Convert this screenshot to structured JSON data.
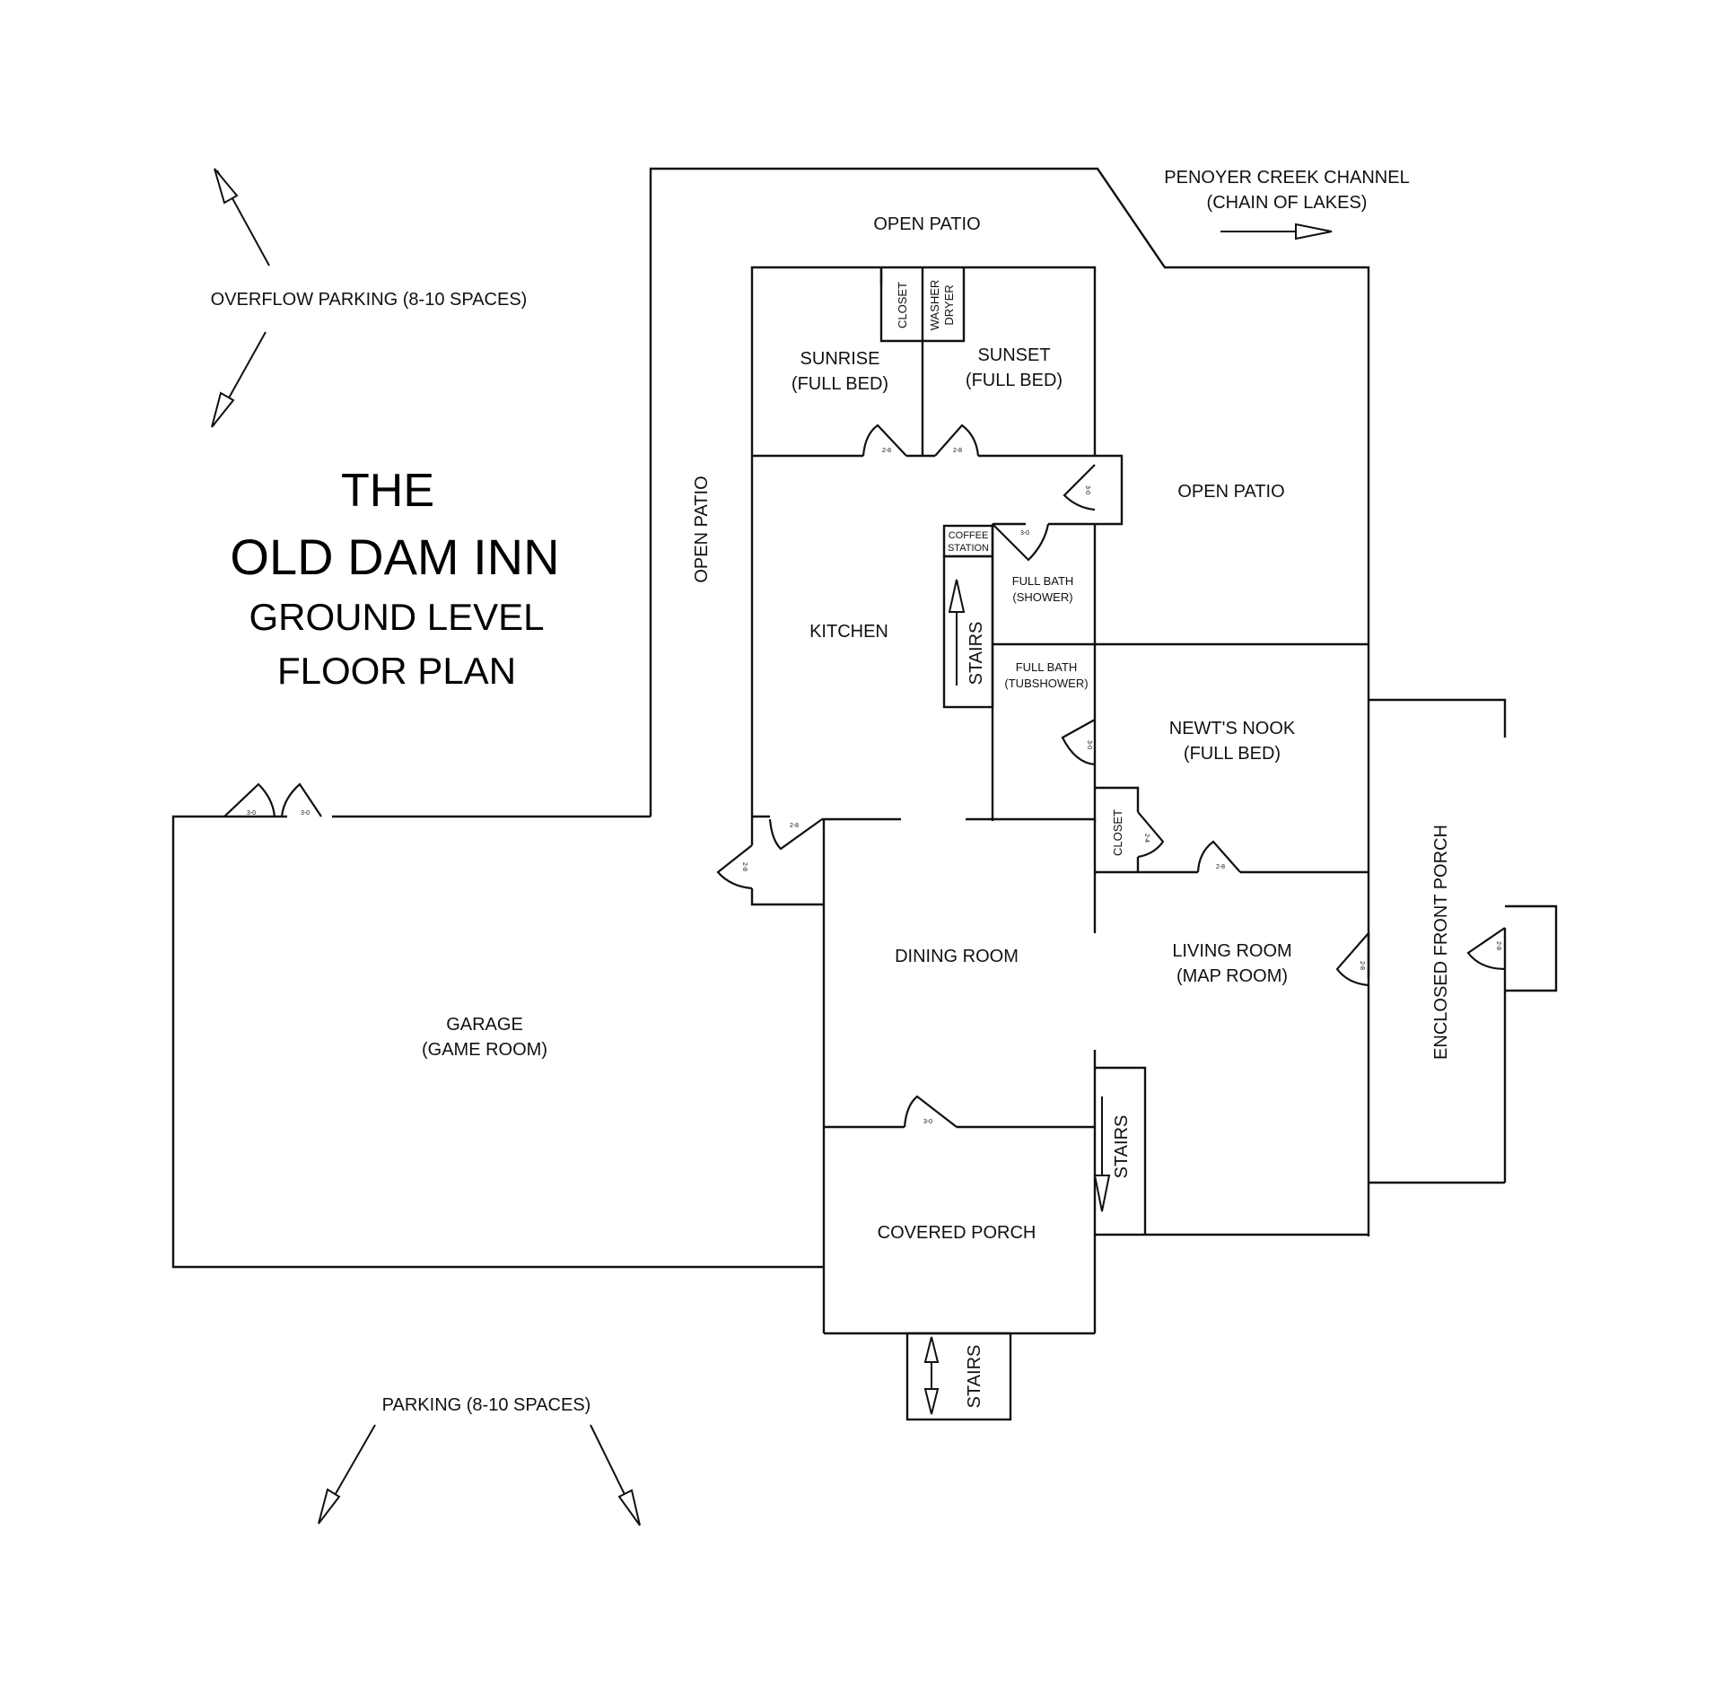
{
  "title": {
    "line1": "THE",
    "line2": "OLD DAM INN",
    "line3": "GROUND LEVEL",
    "line4": "FLOOR PLAN"
  },
  "annotations": {
    "overflow_parking": "OVERFLOW PARKING (8-10 SPACES)",
    "parking": "PARKING (8-10 SPACES)",
    "creek_line1": "PENOYER CREEK CHANNEL",
    "creek_line2": "(CHAIN OF LAKES)"
  },
  "rooms": {
    "open_patio_top": "OPEN PATIO",
    "open_patio_left": "OPEN PATIO",
    "open_patio_right": "OPEN PATIO",
    "closet_top": "CLOSET",
    "washer": "WASHER",
    "dryer": "DRYER",
    "sunrise_name": "SUNRISE",
    "sunrise_bed": "(FULL BED)",
    "sunset_name": "SUNSET",
    "sunset_bed": "(FULL BED)",
    "coffee_line1": "COFFEE",
    "coffee_line2": "STATION",
    "kitchen": "KITCHEN",
    "stairs_kitchen": "STAIRS",
    "bath1_line1": "FULL BATH",
    "bath1_line2": "(SHOWER)",
    "bath2_line1": "FULL BATH",
    "bath2_line2": "(TUBSHOWER)",
    "newts_name": "NEWT'S NOOK",
    "newts_bed": "(FULL BED)",
    "closet_nook": "CLOSET",
    "dining": "DINING ROOM",
    "living_name": "LIVING ROOM",
    "living_sub": "(MAP ROOM)",
    "enclosed_porch": "ENCLOSED FRONT PORCH",
    "garage_name": "GARAGE",
    "garage_sub": "(GAME ROOM)",
    "stairs_living": "STAIRS",
    "covered_porch": "COVERED PORCH",
    "stairs_porch": "STAIRS"
  },
  "doors": {
    "garage_left": "3-0",
    "garage_right": "3-0",
    "sunrise": "2-8",
    "sunset": "2-8",
    "patio_right": "3-0",
    "bath_shower": "3-0",
    "newts_nook": "3-0",
    "closet_nook": "2-4",
    "newts_bottom": "2-8",
    "kitchen_bottom": "2-8",
    "kitchen_side": "2-8",
    "porch_dining": "3-0",
    "living_porch": "2-8",
    "porch_exterior": "2-8"
  }
}
